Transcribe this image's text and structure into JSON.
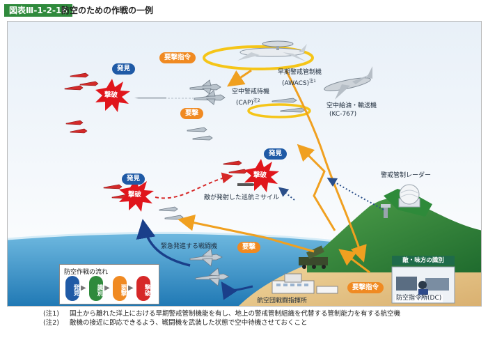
{
  "header": {
    "figure_number": "図表Ⅲ-1-2-16",
    "title": "防空のための作戦の一例"
  },
  "labels": {
    "awacs_name": "早期警戒管制機",
    "awacs_abbr": "(AWACS)",
    "awacs_note_mark": "注1",
    "cap_name": "空中警戒待機",
    "cap_abbr": "(CAP)",
    "cap_note_mark": "注2",
    "tanker_name": "空中給油・輸送機",
    "tanker_abbr": "(KC-767)",
    "radar": "警戒管制レーダー",
    "cruise_missile": "敵が発射した巡航ミサイル",
    "scramble": "緊急発進する戦闘機",
    "sector": "航空団戦闘指揮所",
    "dc_head": "敵・味方の識別",
    "dc_name": "防空指令所(DC)"
  },
  "pills": {
    "intercept_order_top": "要撃指令",
    "intercept_cap": "要撃",
    "intercept_mid": "要撃",
    "intercept_order_bottom": "要撃指令",
    "detect_1": "発見",
    "detect_2": "発見",
    "detect_3": "発見"
  },
  "bursts": {
    "kill_1": "撃破",
    "kill_2": "撃破",
    "kill_3": "撃破"
  },
  "flow": {
    "title": "防空作戦の流れ",
    "steps": [
      {
        "label": "発見",
        "color": "#1f5aa6"
      },
      {
        "label": "識別",
        "color": "#2f8a3c"
      },
      {
        "label": "要撃",
        "color": "#f08a22"
      },
      {
        "label": "撃破",
        "color": "#d62828"
      }
    ]
  },
  "notes": [
    {
      "num": "(注1)",
      "text": "国土から離れた洋上における早期警戒管制機能を有し、地上の警戒管制組織を代替する管制能力を有する航空機"
    },
    {
      "num": "(注2)",
      "text": "敵機の接近に即応できるよう、戦闘機を武装した状態で空中待機させておくこと"
    }
  ],
  "colors": {
    "sky_top": "#eef4fa",
    "sky_bottom": "#ffffff",
    "sea": "#2a8cc2",
    "enemy": "#d32a2a",
    "friendly": "#b9c3cc",
    "order_arrow": "#f0a020",
    "scramble_arrow": "#1a3f8a",
    "burst": "#e0161c",
    "badge": "#2f8a3c"
  }
}
